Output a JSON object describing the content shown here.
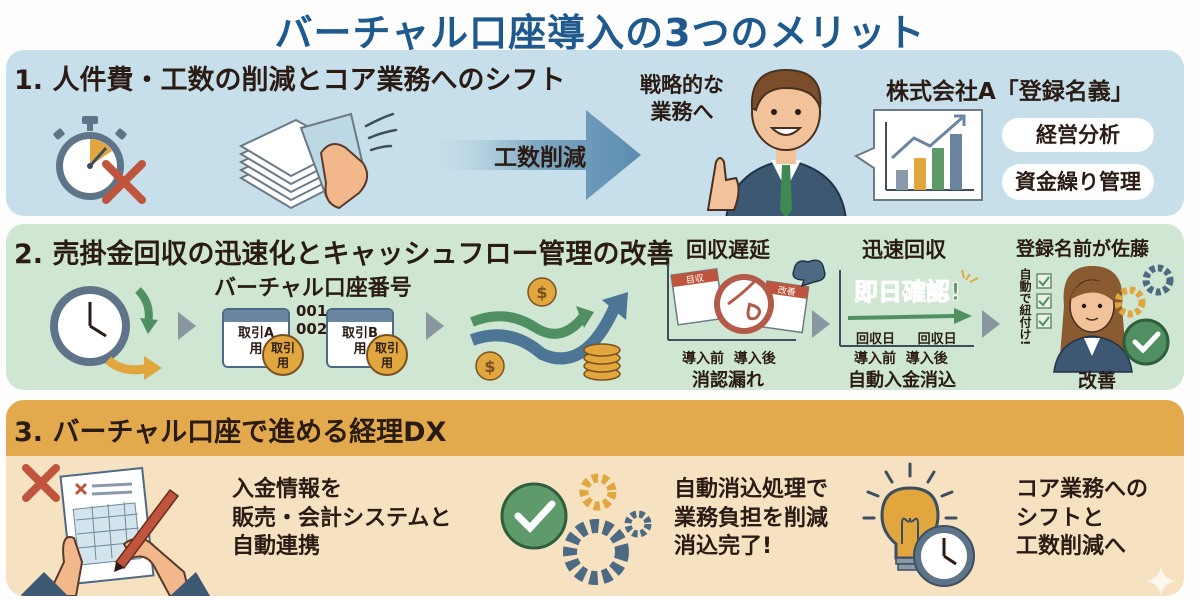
{
  "title": "バーチャル口座導入の3つのメリット",
  "colors": {
    "title": "#1f5a8e",
    "panel1_bg": "#c6dfea",
    "panel2_bg": "#cfe6d2",
    "panel3_bg": "#f6e1c1",
    "panel3_header": "#e2aa4c",
    "accent_orange": "#e2a63e",
    "accent_green": "#4f8f62",
    "accent_blue": "#4d7595",
    "accent_red": "#c0553e"
  },
  "section1": {
    "title": "1. 人件費・工数の削減とコア業務へのシフト",
    "arrow_label": "工数削減",
    "strategy_label_line1": "戦略的な",
    "strategy_label_line2": "業務へ",
    "company_label": "株式会社A「登録名義」",
    "pills": [
      "経営分析",
      "資金繰り管理"
    ],
    "icons": [
      "stopwatch-icon",
      "cross-icon",
      "paper-stack-icon",
      "hand-wipe-icon",
      "businessman-icon",
      "bar-chart-icon"
    ]
  },
  "section2": {
    "title": "2. 売掛金回収の迅速化とキャッシュフロー管理の改善",
    "virtual_account_label": "バーチャル口座番号",
    "account_numbers": [
      "001",
      "002"
    ],
    "cards": [
      {
        "label_line1": "取引A",
        "label_line2": "用",
        "badge_line1": "取引",
        "badge_line2": "用"
      },
      {
        "label_line1": "取引B",
        "label_line2": "用",
        "badge_line1": "取引",
        "badge_line2": "用"
      }
    ],
    "delay": {
      "title": "回収遅延",
      "calendar_left": "目収",
      "calendar_right": "改善",
      "before": "導入前",
      "after": "導入後",
      "caption": "消認漏れ"
    },
    "fast": {
      "title": "迅速回収",
      "banner": "即日確認!",
      "day_left": "回収日",
      "day_right": "回収日",
      "before": "導入前",
      "after": "導入後",
      "caption": "自動入金消込"
    },
    "person": {
      "title": "登録名前が佐藤",
      "vertical_text": "自動で紐付け!",
      "caption": "改善"
    }
  },
  "section3": {
    "title": "3. バーチャル口座で進める経理DX",
    "items": [
      {
        "lines": [
          "入金情報を",
          "販売・会計システムと",
          "自動連携"
        ],
        "icon": "document-edit-icon"
      },
      {
        "lines": [
          "自動消込処理で",
          "業務負担を削減",
          "消込完了!"
        ],
        "icon": "check-gears-icon"
      },
      {
        "lines": [
          "コア業務への",
          "シフトと",
          "工数削減へ"
        ],
        "icon": "lightbulb-clock-icon"
      }
    ]
  }
}
